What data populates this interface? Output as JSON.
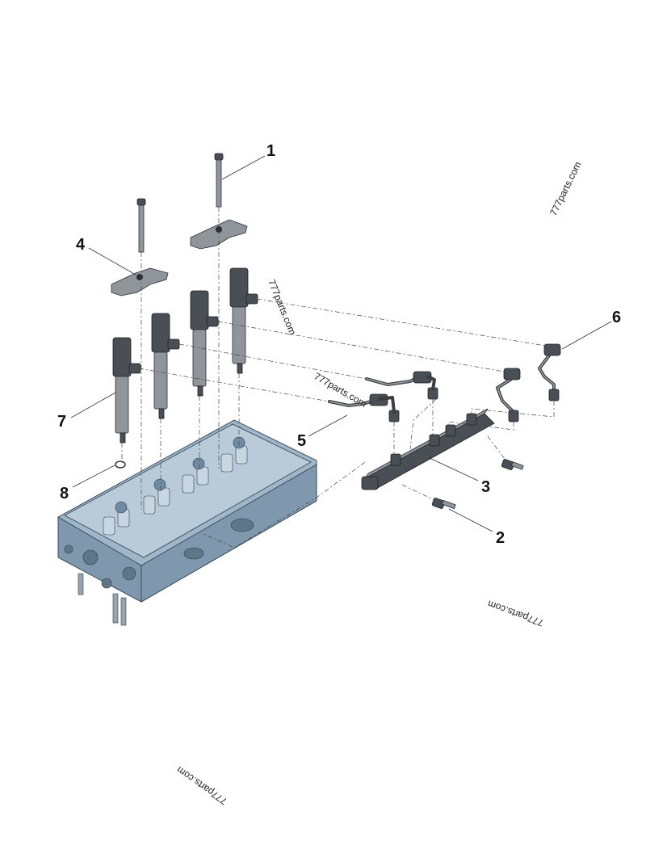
{
  "callouts": [
    {
      "id": "1",
      "text": "1"
    },
    {
      "id": "2",
      "text": "2"
    },
    {
      "id": "3",
      "text": "3"
    },
    {
      "id": "4",
      "text": "4"
    },
    {
      "id": "5",
      "text": "5"
    },
    {
      "id": "6",
      "text": "6"
    },
    {
      "id": "7",
      "text": "7"
    },
    {
      "id": "8",
      "text": "8"
    }
  ],
  "watermarks": [
    "777parts.com",
    "777parts.com",
    "777parts.com",
    "777parts.com",
    "777parts.com"
  ],
  "colors": {
    "cylinder_head": "#9fb6c9",
    "parts_metal": "#8f959b",
    "parts_dark": "#4a4f55",
    "lines": "#333333"
  }
}
